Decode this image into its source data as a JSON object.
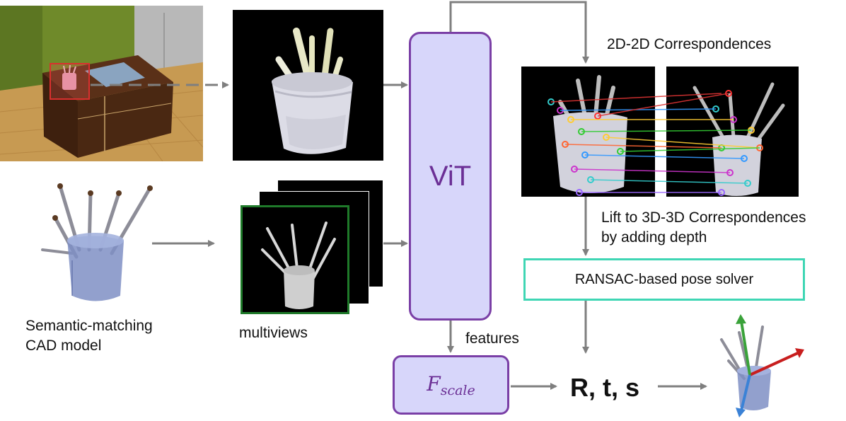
{
  "vit": {
    "label": "ViT"
  },
  "fscale": {
    "letter": "F",
    "subscript": "scale"
  },
  "ransac": {
    "label": "RANSAC-based pose solver"
  },
  "output": {
    "label": "R, t, s"
  },
  "labels": {
    "correspondences_2d": "2D-2D Correspondences",
    "lift_line1": "Lift to 3D-3D Correspondences",
    "lift_line2": "by adding depth",
    "features": "features",
    "multiviews": "multiviews",
    "cad_line1": "Semantic-matching",
    "cad_line2": "CAD model"
  },
  "colors": {
    "vit_fill": "#d7d6fa",
    "vit_border": "#7a3fa6",
    "ransac_border": "#3fd6b4",
    "arrow": "#7f7f7f",
    "bbox_red": "#d9302e",
    "multiview_frame": "#1f7a2a",
    "axis_x": "#c81e1e",
    "axis_y": "#3aa23a",
    "axis_z": "#3b82d6"
  }
}
